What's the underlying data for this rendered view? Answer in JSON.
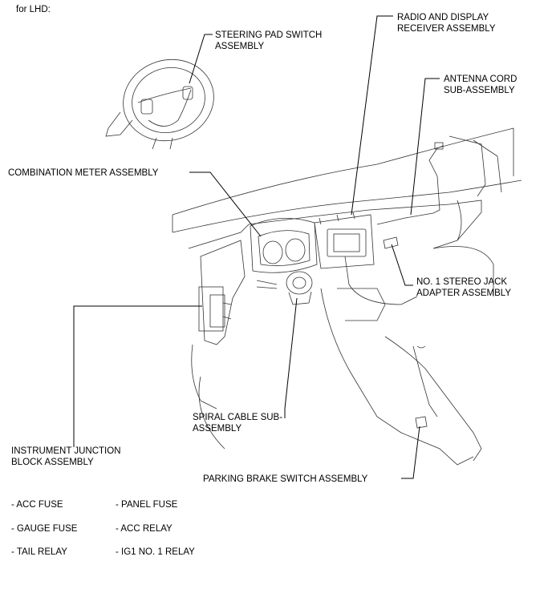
{
  "header": {
    "text": "for LHD:"
  },
  "labels": {
    "steering_pad": "STEERING PAD SWITCH\nASSEMBLY",
    "radio_display": "RADIO AND DISPLAY\nRECEIVER ASSEMBLY",
    "antenna_cord": "ANTENNA CORD\nSUB-ASSEMBLY",
    "combination_meter": "COMBINATION METER ASSEMBLY",
    "stereo_jack": "NO. 1 STEREO JACK\nADAPTER ASSEMBLY",
    "spiral_cable": "SPIRAL CABLE SUB-\nASSEMBLY",
    "instrument_junction": "INSTRUMENT JUNCTION\nBLOCK ASSEMBLY",
    "parking_brake": "PARKING BRAKE SWITCH ASSEMBLY"
  },
  "legend": {
    "left": [
      "- ACC FUSE",
      "- GAUGE FUSE",
      "- TAIL RELAY"
    ],
    "right": [
      "- PANEL FUSE",
      "- ACC RELAY",
      "- IG1 NO. 1 RELAY"
    ]
  }
}
